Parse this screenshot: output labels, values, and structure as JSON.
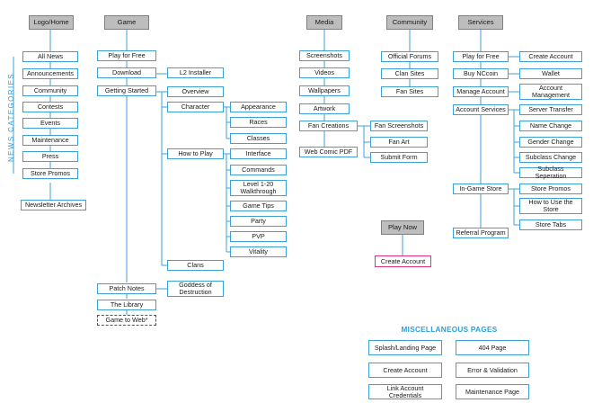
{
  "side_label": "NEWS CATEGORIES",
  "misc_title": "MISCELLANEOUS PAGES",
  "headers": {
    "home": "Logo/Home",
    "game": "Game",
    "media": "Media",
    "community": "Community",
    "services": "Services"
  },
  "home": {
    "news": [
      "All News",
      "Announcements",
      "Community",
      "Contests",
      "Events",
      "Maintenance",
      "Press",
      "Store Promos"
    ],
    "newsletter": "Newsletter Archives"
  },
  "game": {
    "play_free": "Play for Free",
    "download": "Download",
    "l2_installer": "L2 Installer",
    "getting_started": "Getting Started",
    "overview": "Overview",
    "character": "Character",
    "character_items": [
      "Appearance",
      "Races",
      "Classes"
    ],
    "how_to_play": "How to Play",
    "how_items": [
      "Interface",
      "Commands",
      "Level 1-20 Walkthrough",
      "Game Tips",
      "Party",
      "PVP",
      "Vitality"
    ],
    "clans": "Clans",
    "patch_notes": "Patch Notes",
    "goddess": "Goddess of Destruction",
    "library": "The Library",
    "game_to_web": "Game to Web*"
  },
  "media": {
    "items": [
      "Screenshots",
      "Videos",
      "Wallpapers",
      "Artwork",
      "Fan Creations",
      "Web Comic PDF"
    ],
    "fan_items": [
      "Fan Screenshots",
      "Fan Art",
      "Submit Form"
    ]
  },
  "community": {
    "items": [
      "Official Forums",
      "Clan Sites",
      "Fan Sites"
    ],
    "play_now": "Play Now",
    "create_account": "Create Account"
  },
  "services": {
    "play_free": "Play for Free",
    "create_account": "Create Account",
    "buy_ncoin": "Buy NCcoin",
    "wallet": "Wallet",
    "manage_account": "Manage Account",
    "account_management": "Account Management",
    "account_services": "Account Services",
    "account_service_items": [
      "Server Transfer",
      "Name Change",
      "Gender Change",
      "Subclass Change",
      "Subclass Seperation"
    ],
    "in_game_store": "In-Game Store",
    "store_items": [
      "Store Promos",
      "How to Use the Store",
      "Store Tabs"
    ],
    "referral": "Referral Program"
  },
  "misc": [
    "Splash/Landing Page",
    "404 Page",
    "Create Account",
    "Error & Validation",
    "Link Account Credentials",
    "Maintenance Page"
  ],
  "colors": {
    "accent": "#2a9fd8",
    "box_border": "#3fa0d6",
    "header_fill": "#bdbdbd",
    "highlight": "#e0307f"
  }
}
